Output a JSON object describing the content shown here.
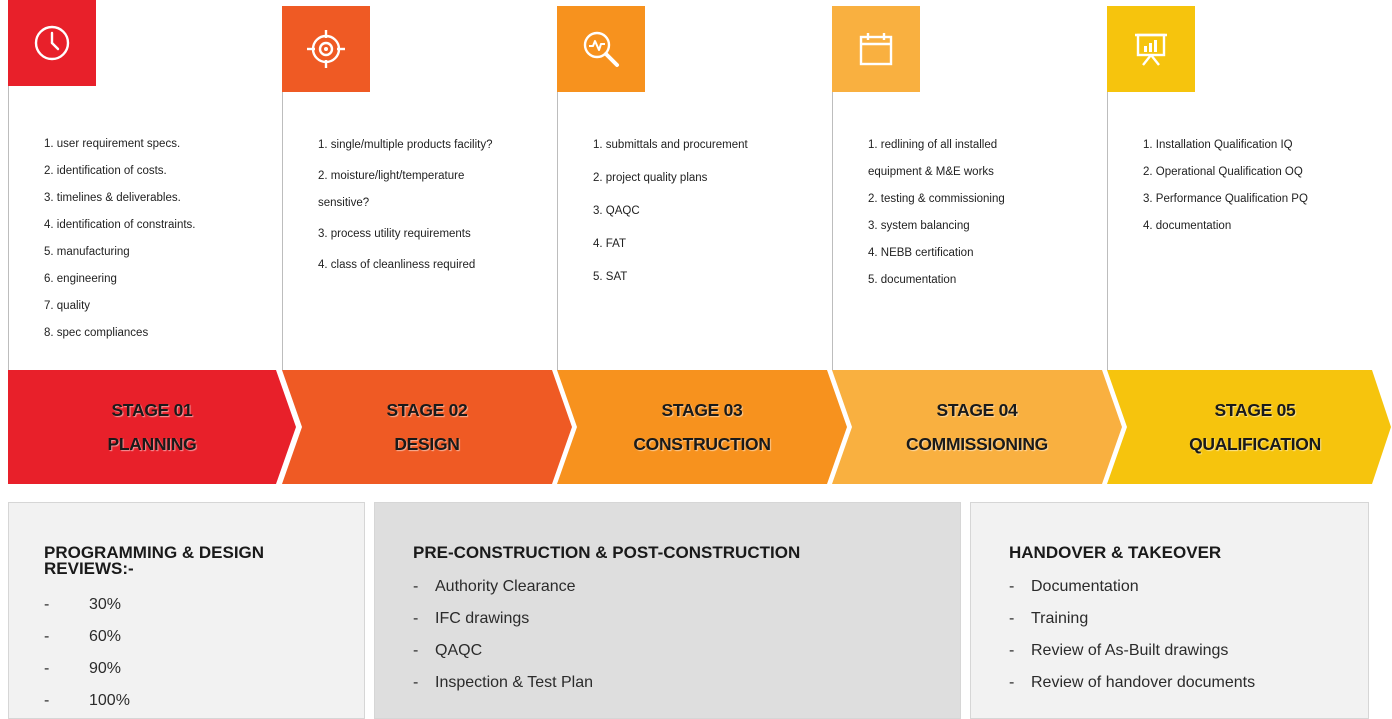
{
  "colors": {
    "stage1": "#e8202a",
    "stage2": "#ef5a24",
    "stage3": "#f7921e",
    "stage4": "#f9b040",
    "stage5": "#f6c40d"
  },
  "stages": [
    {
      "icon": "clock-icon",
      "number": "STAGE 01",
      "name": "PLANNING",
      "items": [
        "1. user requirement specs.",
        "2. identification of costs.",
        "3. timelines & deliverables.",
        "4. identification of constraints.",
        "5. manufacturing",
        "6. engineering",
        "7. quality",
        "8. spec compliances"
      ]
    },
    {
      "icon": "target-icon",
      "number": "STAGE 02",
      "name": "DESIGN",
      "items": [
        "1. single/multiple products facility?",
        "2. moisture/light/temperature sensitive?",
        "3. process utility requirements",
        "4. class of cleanliness required"
      ]
    },
    {
      "icon": "magnifier-pulse-icon",
      "number": "STAGE 03",
      "name": "CONSTRUCTION",
      "items": [
        "1. submittals and procurement",
        "2. project quality plans",
        "3. QAQC",
        "4. FAT",
        "5. SAT"
      ]
    },
    {
      "icon": "calendar-icon",
      "number": "STAGE 04",
      "name": "COMMISSIONING",
      "items": [
        "1. redlining of all installed equipment & M&E works",
        "2. testing & commissioning",
        "3. system balancing",
        "4. NEBB certification",
        "5. documentation"
      ]
    },
    {
      "icon": "presentation-chart-icon",
      "number": "STAGE 05",
      "name": "QUALIFICATION",
      "items": [
        "1. Installation Qualification IQ",
        "2. Operational Qualification OQ",
        "3. Performance Qualification PQ",
        "4. documentation"
      ]
    }
  ],
  "panels": [
    {
      "title": "PROGRAMMING & DESIGN REVIEWS:-",
      "items": [
        "30%",
        "60%",
        "90%",
        "100%"
      ]
    },
    {
      "title": "PRE-CONSTRUCTION & POST-CONSTRUCTION",
      "items": [
        "Authority Clearance",
        "IFC drawings",
        "QAQC",
        "Inspection & Test Plan"
      ]
    },
    {
      "title": "HANDOVER & TAKEOVER",
      "items": [
        "Documentation",
        "Training",
        "Review of As-Built drawings",
        "Review of handover documents"
      ]
    }
  ],
  "dash": "-"
}
